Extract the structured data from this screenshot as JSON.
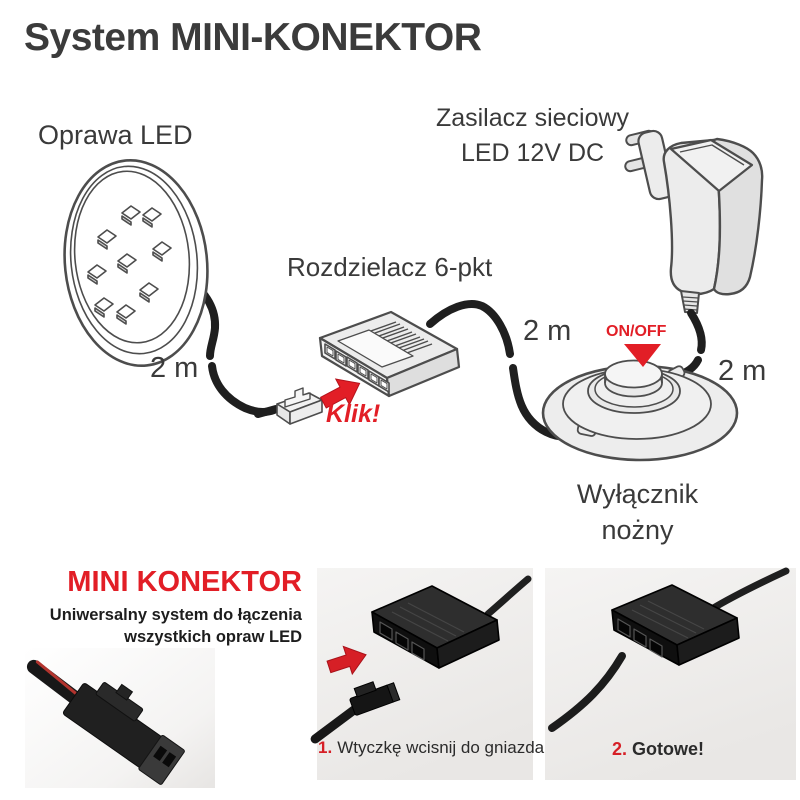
{
  "page": {
    "title": "System MINI-KONEKTOR"
  },
  "diagram": {
    "led_fixture_label": "Oprawa LED",
    "power_supply_label_line1": "Zasilacz sieciowy",
    "power_supply_label_line2": "LED 12V DC",
    "splitter_label": "Rozdzielacz 6-pkt",
    "foot_switch_label_line1": "Wyłącznik",
    "foot_switch_label_line2": "nożny",
    "on_off_label": "ON/OFF",
    "klik_label": "Klik!",
    "cable_lengths": [
      "2 m",
      "2 m",
      "2 m"
    ]
  },
  "promo": {
    "heading": "MINI KONEKTOR",
    "description_line1": "Uniwersalny system do łączenia",
    "description_line2": "wszystkich opraw LED"
  },
  "steps": [
    {
      "number": "1.",
      "text": "Wtyczkę wcisnij do gniazda"
    },
    {
      "number": "2.",
      "text": "Gotowe!"
    }
  ],
  "colors": {
    "accent_red": "#e21e26",
    "text_dark": "#3a3a3a",
    "line_gray": "#4d4d4d",
    "cable_black": "#1f1f1f"
  },
  "icons": {
    "red_arrow": "red-arrow-icon",
    "on_off_pointer": "triangle-down-icon"
  }
}
